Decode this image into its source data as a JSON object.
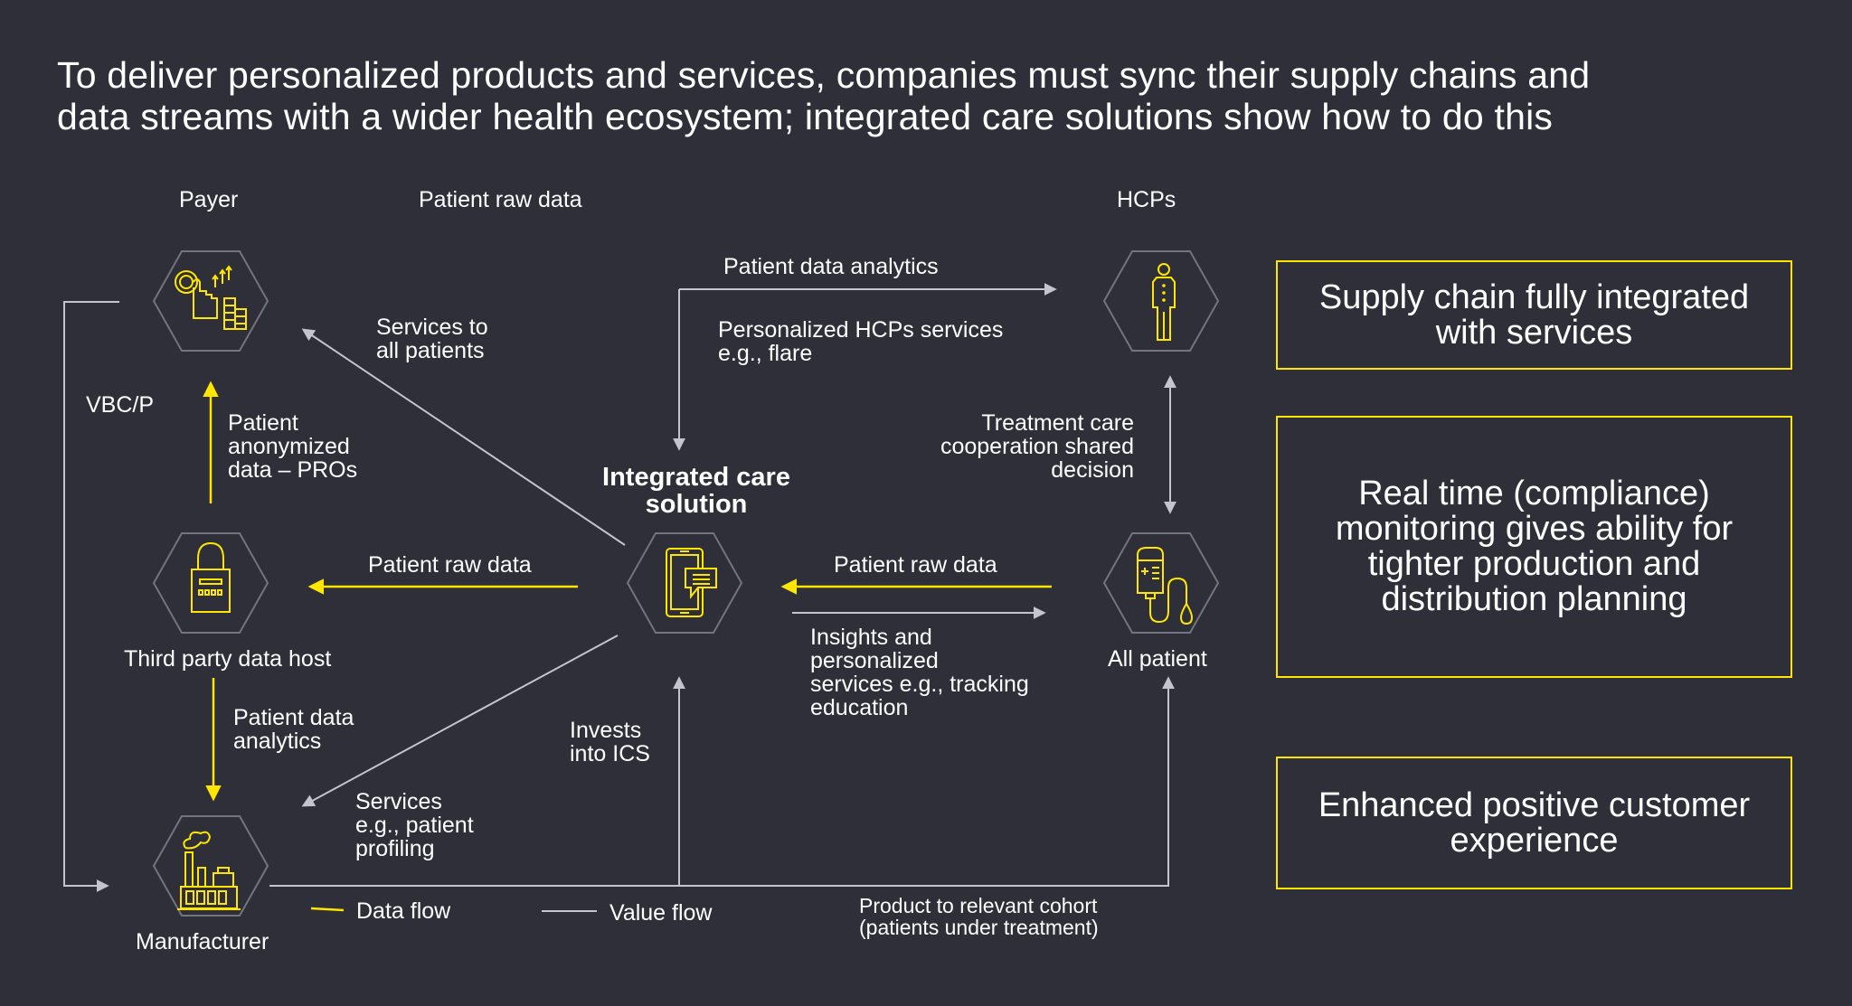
{
  "title": {
    "line1": "To deliver personalized products and services, companies must sync their supply chains and",
    "line2": "data streams with a wider health ecosystem; integrated care solutions show how to do this"
  },
  "colors": {
    "background": "#2e2f38",
    "data_flow": "#ffe600",
    "value_flow": "#c4c5cc",
    "hexagon_outline": "#747480",
    "text": "#ffffff"
  },
  "nodes": {
    "payer": {
      "label": "Payer",
      "icon": "payment-hand-coins-icon"
    },
    "third_party": {
      "label": "Third party data host",
      "icon": "padlock-icon"
    },
    "manufacturer": {
      "label": "Manufacturer",
      "icon": "factory-icon"
    },
    "ics": {
      "label": "Integrated care\nsolution",
      "icon": "mobile-chat-icon"
    },
    "hcps": {
      "label": "HCPs",
      "icon": "person-icon"
    },
    "all_patient": {
      "label": "All patient",
      "icon": "iv-drip-icon"
    }
  },
  "flows": {
    "patient_raw_data_top": "Patient raw data",
    "services_to_all": "Services to\nall patients",
    "vbc": "VBC/P",
    "anonymized": "Patient\nanonymized\ndata – PROs",
    "raw_data_to_host": "Patient raw data",
    "host_analytics": "Patient data\nanalytics",
    "services_profiling": "Services\ne.g.,  patient\nprofiling",
    "invests": "Invests\ninto ICS",
    "hcp_analytics": "Patient data analytics",
    "hcp_services": "Personalized HCPs services\ne.g., flare",
    "treatment": "Treatment care\ncooperation shared\ndecision",
    "raw_data_from_patient": "Patient raw data",
    "insights": "Insights and\npersonalized\nservices e.g., tracking\neducation",
    "product_cohort": "Product to relevant cohort\n(patients under treatment)"
  },
  "legend": {
    "data_flow": "Data flow",
    "value_flow": "Value flow"
  },
  "outcomes": [
    "Supply chain fully integrated\nwith services",
    "Real time (compliance)\nmonitoring gives ability for\ntighter production and\ndistribution planning",
    "Enhanced positive customer\nexperience"
  ]
}
